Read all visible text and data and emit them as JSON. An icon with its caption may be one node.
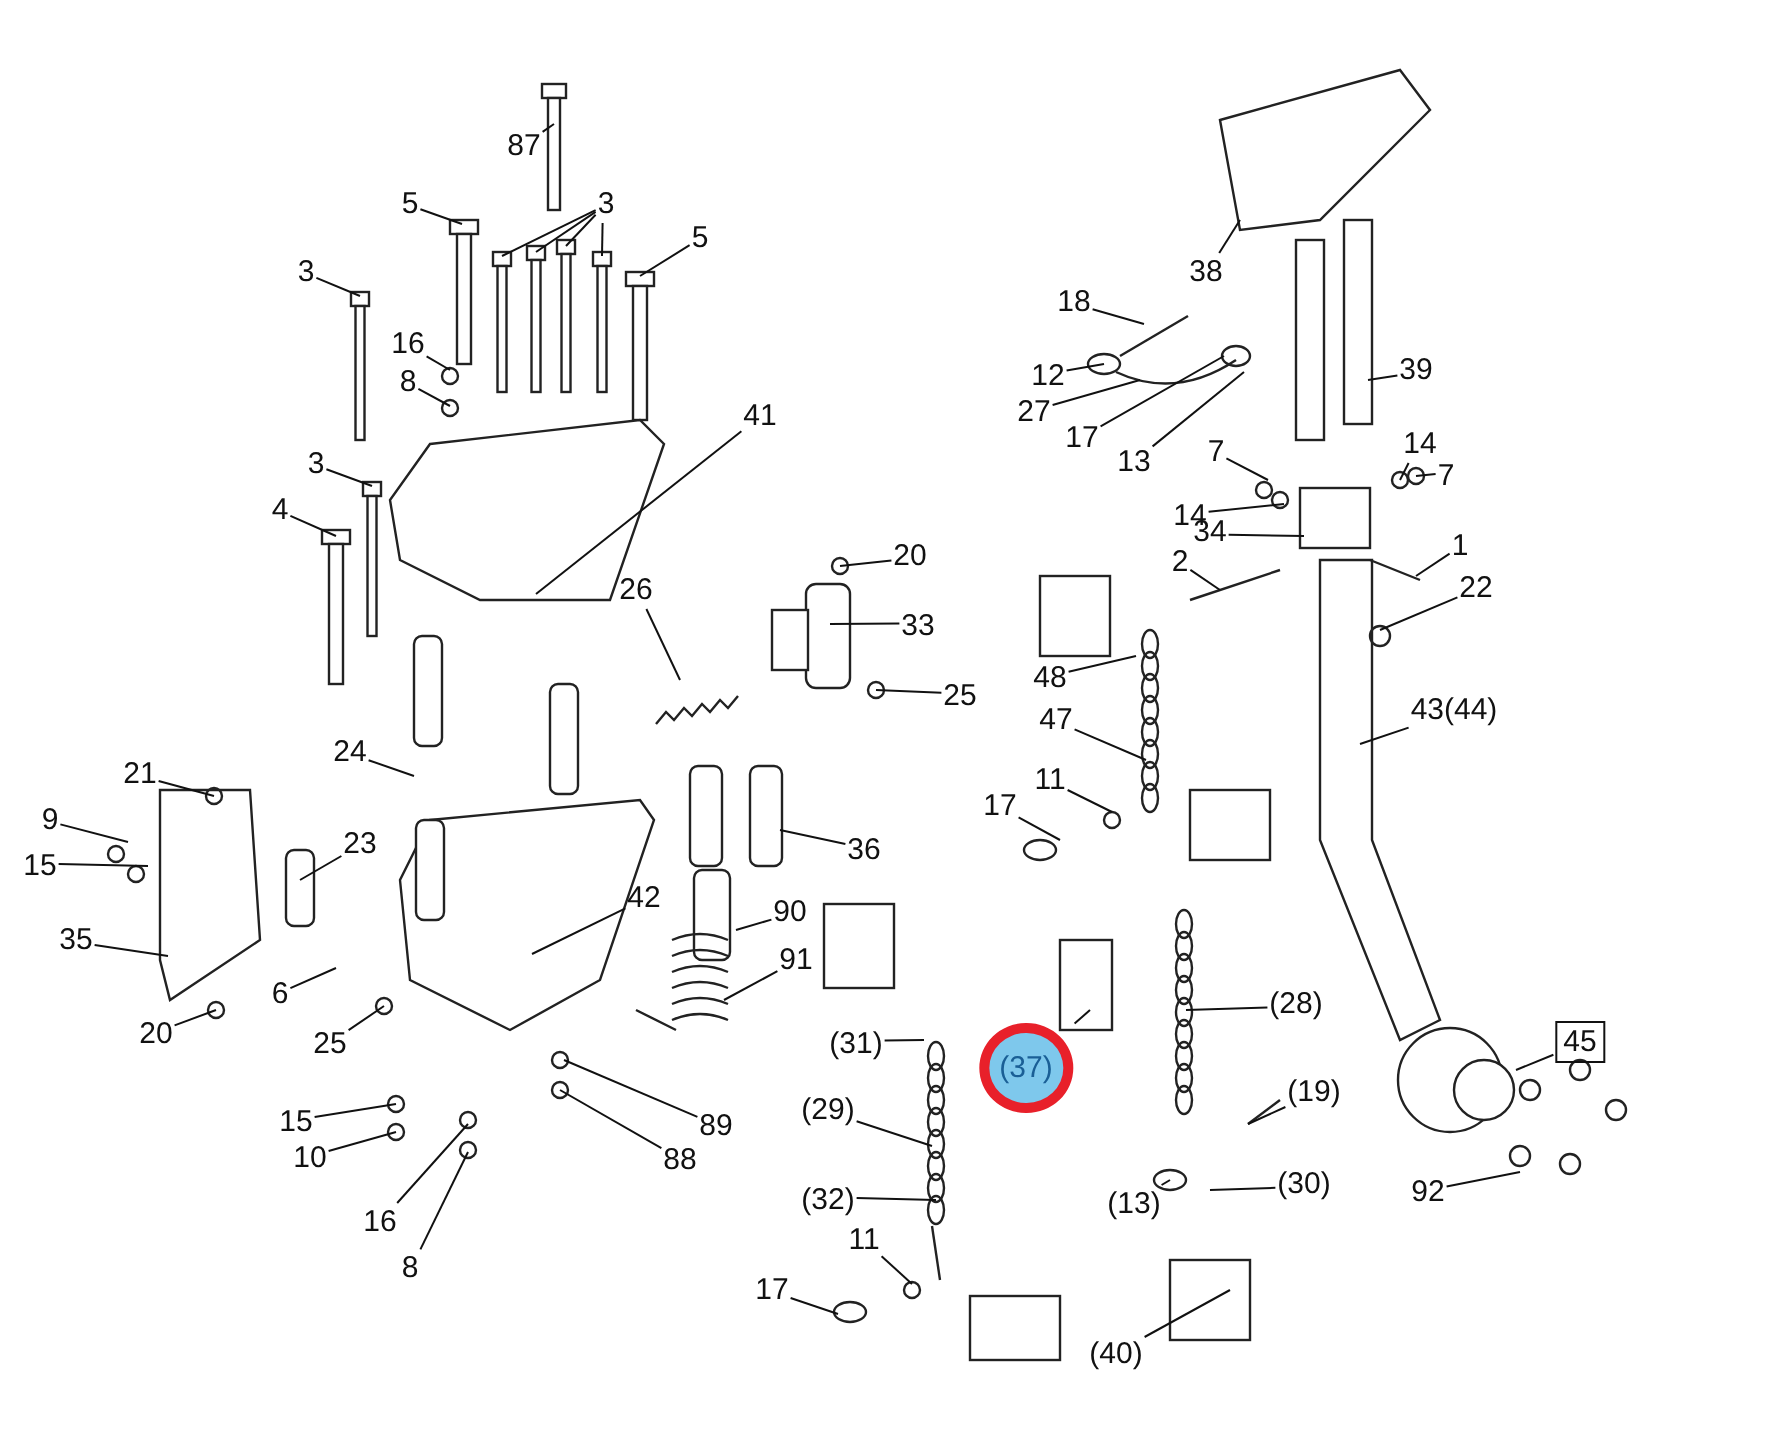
{
  "diagram": {
    "nodes": [
      {
        "text": [
          "87"
        ]
      },
      {
        "text": [
          "5"
        ]
      },
      {
        "text": [
          "3"
        ]
      },
      {
        "text": [
          "5"
        ]
      },
      {
        "text": [
          "3"
        ]
      },
      {
        "text": [
          "16"
        ]
      },
      {
        "text": [
          "8"
        ]
      },
      {
        "text": [
          "41"
        ]
      },
      {
        "text": [
          "3"
        ]
      },
      {
        "text": [
          "4"
        ]
      },
      {
        "text": [
          "20"
        ]
      },
      {
        "text": [
          "26"
        ]
      },
      {
        "text": [
          "33"
        ]
      },
      {
        "text": [
          "25"
        ]
      },
      {
        "text": [
          "24"
        ]
      },
      {
        "text": [
          "21"
        ]
      },
      {
        "text": [
          "23"
        ]
      },
      {
        "text": [
          "9"
        ]
      },
      {
        "text": [
          "15"
        ]
      },
      {
        "text": [
          "36"
        ]
      },
      {
        "text": [
          "35"
        ]
      },
      {
        "text": [
          "90"
        ]
      },
      {
        "text": [
          "42"
        ]
      },
      {
        "text": [
          "91"
        ]
      },
      {
        "text": [
          "6"
        ]
      },
      {
        "text": [
          "25"
        ]
      },
      {
        "text": [
          "20"
        ]
      },
      {
        "text": [
          "15"
        ]
      },
      {
        "text": [
          "10"
        ]
      },
      {
        "text": [
          "89"
        ]
      },
      {
        "text": [
          "88"
        ]
      },
      {
        "text": [
          "16"
        ]
      },
      {
        "text": [
          "8"
        ]
      },
      {
        "text": [
          "38"
        ]
      },
      {
        "text": [
          "18"
        ]
      },
      {
        "text": [
          "12"
        ]
      },
      {
        "text": [
          "27"
        ]
      },
      {
        "text": [
          "17"
        ]
      },
      {
        "text": [
          "13"
        ]
      },
      {
        "text": [
          "39"
        ]
      },
      {
        "text": [
          "7"
        ]
      },
      {
        "text": [
          "14"
        ]
      },
      {
        "text": [
          "14"
        ]
      },
      {
        "text": [
          "7"
        ]
      },
      {
        "text": [
          "34"
        ]
      },
      {
        "text": [
          "2"
        ]
      },
      {
        "text": [
          "1"
        ]
      },
      {
        "text": [
          "22"
        ]
      },
      {
        "text": [
          "48"
        ]
      },
      {
        "text": [
          "47"
        ]
      },
      {
        "text": [
          "43(44)"
        ]
      },
      {
        "text": [
          "11"
        ]
      },
      {
        "text": [
          "17"
        ]
      },
      {
        "text": [
          "(31)"
        ]
      },
      {
        "text": [
          "(37)"
        ]
      },
      {
        "text": [
          "(28)"
        ]
      },
      {
        "text": [
          "45"
        ]
      },
      {
        "text": [
          "(29)"
        ]
      },
      {
        "text": [
          "(19)"
        ]
      },
      {
        "text": [
          "(13)"
        ]
      },
      {
        "text": [
          "(30)"
        ]
      },
      {
        "text": [
          "92"
        ]
      },
      {
        "text": [
          "(32)"
        ]
      },
      {
        "text": [
          "11"
        ]
      },
      {
        "text": [
          "17"
        ]
      },
      {
        "text": [
          "(40)"
        ]
      }
    ],
    "edges": [
      {
        "from": 0,
        "to": null,
        "arrow": "none"
      },
      {
        "from": 1,
        "to": null,
        "arrow": "none"
      },
      {
        "from": 2,
        "to": null,
        "arrow": "none"
      },
      {
        "from": 2,
        "to": null,
        "arrow": "none"
      },
      {
        "from": 2,
        "to": null,
        "arrow": "none"
      },
      {
        "from": 2,
        "to": null,
        "arrow": "none"
      },
      {
        "from": 3,
        "to": null,
        "arrow": "none"
      },
      {
        "from": 4,
        "to": null,
        "arrow": "none"
      },
      {
        "from": 5,
        "to": null,
        "arrow": "none"
      },
      {
        "from": 6,
        "to": null,
        "arrow": "none"
      },
      {
        "from": 7,
        "to": null,
        "arrow": "none"
      },
      {
        "from": 8,
        "to": null,
        "arrow": "none"
      },
      {
        "from": 9,
        "to": null,
        "arrow": "none"
      },
      {
        "from": 10,
        "to": null,
        "arrow": "none"
      },
      {
        "from": 11,
        "to": null,
        "arrow": "none"
      },
      {
        "from": 12,
        "to": null,
        "arrow": "none"
      },
      {
        "from": 13,
        "to": null,
        "arrow": "none"
      },
      {
        "from": 14,
        "to": null,
        "arrow": "none"
      },
      {
        "from": 15,
        "to": null,
        "arrow": "none"
      },
      {
        "from": 16,
        "to": null,
        "arrow": "none"
      },
      {
        "from": 17,
        "to": null,
        "arrow": "none"
      },
      {
        "from": 18,
        "to": null,
        "arrow": "none"
      },
      {
        "from": 19,
        "to": null,
        "arrow": "none"
      },
      {
        "from": 20,
        "to": null,
        "arrow": "none"
      },
      {
        "from": 21,
        "to": null,
        "arrow": "none"
      },
      {
        "from": 22,
        "to": null,
        "arrow": "none"
      },
      {
        "from": 23,
        "to": null,
        "arrow": "none"
      },
      {
        "from": 24,
        "to": null,
        "arrow": "none"
      },
      {
        "from": 25,
        "to": null,
        "arrow": "none"
      },
      {
        "from": 26,
        "to": null,
        "arrow": "none"
      },
      {
        "from": 27,
        "to": null,
        "arrow": "none"
      },
      {
        "from": 28,
        "to": null,
        "arrow": "none"
      },
      {
        "from": 29,
        "to": null,
        "arrow": "none"
      },
      {
        "from": 30,
        "to": null,
        "arrow": "none"
      },
      {
        "from": 31,
        "to": null,
        "arrow": "none"
      },
      {
        "from": 32,
        "to": null,
        "arrow": "none"
      },
      {
        "from": 33,
        "to": null,
        "arrow": "none"
      },
      {
        "from": 34,
        "to": null,
        "arrow": "none"
      },
      {
        "from": 35,
        "to": null,
        "arrow": "none"
      },
      {
        "from": 36,
        "to": null,
        "arrow": "none"
      },
      {
        "from": 37,
        "to": null,
        "arrow": "none"
      },
      {
        "from": 38,
        "to": null,
        "arrow": "none"
      },
      {
        "from": 39,
        "to": null,
        "arrow": "none"
      },
      {
        "from": 40,
        "to": null,
        "arrow": "none"
      },
      {
        "from": 41,
        "to": null,
        "arrow": "none"
      },
      {
        "from": 42,
        "to": null,
        "arrow": "none"
      },
      {
        "from": 43,
        "to": null,
        "arrow": "none"
      },
      {
        "from": 44,
        "to": null,
        "arrow": "none"
      },
      {
        "from": 45,
        "to": null,
        "arrow": "none"
      },
      {
        "from": 46,
        "to": null,
        "arrow": "none"
      },
      {
        "from": 47,
        "to": null,
        "arrow": "none"
      },
      {
        "from": 48,
        "to": null,
        "arrow": "none"
      },
      {
        "from": 49,
        "to": null,
        "arrow": "none"
      },
      {
        "from": 50,
        "to": null,
        "arrow": "none"
      },
      {
        "from": 51,
        "to": null,
        "arrow": "none"
      },
      {
        "from": 52,
        "to": null,
        "arrow": "none"
      },
      {
        "from": 53,
        "to": null,
        "arrow": "none"
      },
      {
        "from": 54,
        "to": null,
        "arrow": "none"
      },
      {
        "from": 55,
        "to": null,
        "arrow": "none"
      },
      {
        "from": 56,
        "to": null,
        "arrow": "none"
      },
      {
        "from": 57,
        "to": null,
        "arrow": "none"
      },
      {
        "from": 58,
        "to": null,
        "arrow": "none"
      },
      {
        "from": 59,
        "to": null,
        "arrow": "none"
      },
      {
        "from": 60,
        "to": null,
        "arrow": "none"
      },
      {
        "from": 61,
        "to": null,
        "arrow": "none"
      },
      {
        "from": 62,
        "to": null,
        "arrow": "none"
      },
      {
        "from": 63,
        "to": null,
        "arrow": "none"
      },
      {
        "from": 64,
        "to": null,
        "arrow": "none"
      },
      {
        "from": 65,
        "to": null,
        "arrow": "none"
      }
    ]
  }
}
